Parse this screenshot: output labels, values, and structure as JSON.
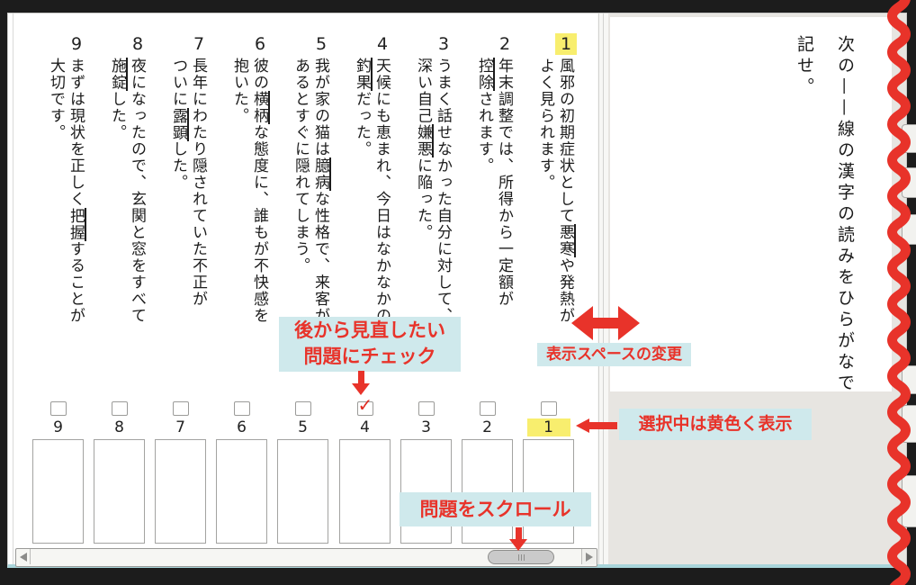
{
  "colors": {
    "accent_red": "#e8332a",
    "highlight_yellow": "#f8ee6e",
    "note_cyan": "#cfe9ec",
    "frame_dark": "#1c1c1c",
    "panel_gray": "#e7e5e1"
  },
  "instruction": {
    "text": "次の——線の漢字の読みをひらがなで\n記せ。"
  },
  "questions": [
    {
      "number": "1",
      "selected": true,
      "pre": "風邪の初期症状として",
      "marked": "悪寒",
      "post": "や発熱が\nよく見られます。"
    },
    {
      "number": "2",
      "selected": false,
      "pre": "年末調整では、所得から一定額が\n",
      "marked": "控除",
      "post": "されます。"
    },
    {
      "number": "3",
      "selected": false,
      "pre": "うまく話せなかった自分に対して、\n深い自己",
      "marked": "嫌悪",
      "post": "に陥った。"
    },
    {
      "number": "4",
      "selected": false,
      "pre": "天候にも恵まれ、今日はなかなかの\n",
      "marked": "釣果",
      "post": "だった。"
    },
    {
      "number": "5",
      "selected": false,
      "pre": "我が家の猫は",
      "marked": "臆病",
      "post": "な性格で、来客が\nあるとすぐに隠れてしまう。"
    },
    {
      "number": "6",
      "selected": false,
      "pre": "彼の",
      "marked": "横柄",
      "post": "な態度に、誰もが不快感を\n抱いた。"
    },
    {
      "number": "7",
      "selected": false,
      "pre": "長年にわたり隠されていた不正が\nついに",
      "marked": "露顕",
      "post": "した。"
    },
    {
      "number": "8",
      "selected": false,
      "pre": "夜になったので、玄関と窓をすべて\n",
      "marked": "施錠",
      "post": "した。"
    },
    {
      "number": "9",
      "selected": false,
      "pre": "まずは現状を正しく",
      "marked": "把握",
      "post": "することが\n大切です。"
    }
  ],
  "answer_bar": {
    "slots": [
      {
        "number": "9",
        "checked": false,
        "selected": false
      },
      {
        "number": "8",
        "checked": false,
        "selected": false
      },
      {
        "number": "7",
        "checked": false,
        "selected": false
      },
      {
        "number": "6",
        "checked": false,
        "selected": false
      },
      {
        "number": "5",
        "checked": false,
        "selected": false
      },
      {
        "number": "4",
        "checked": true,
        "selected": false
      },
      {
        "number": "3",
        "checked": false,
        "selected": false
      },
      {
        "number": "2",
        "checked": false,
        "selected": false
      },
      {
        "number": "1",
        "checked": false,
        "selected": true
      }
    ]
  },
  "icons": {
    "check": "✓"
  },
  "annotations": {
    "check_note_line1": "後から見直したい",
    "check_note_line2": "問題にチェック",
    "space_note": "表示スペースの変更",
    "selected_note": "選択中は黄色く表示",
    "scroll_note": "問題をスクロール"
  }
}
